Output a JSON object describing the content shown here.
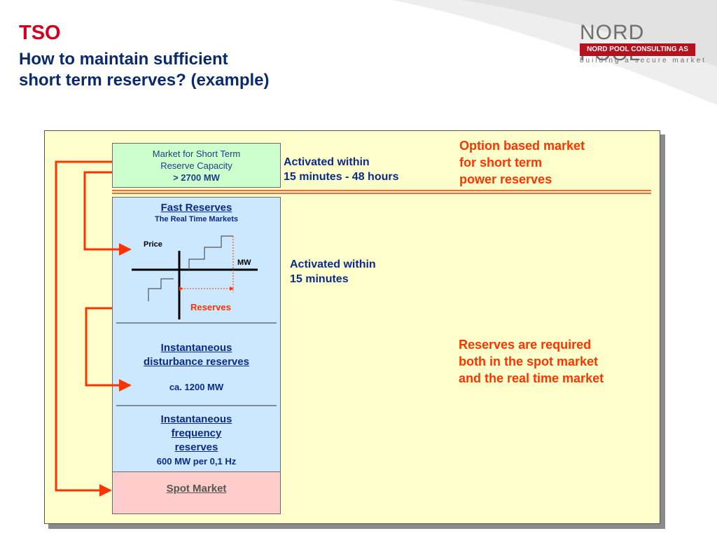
{
  "header": {
    "title": "TSO",
    "subtitle_line1": "How to maintain sufficient",
    "subtitle_line2": "short term reserves? (example)"
  },
  "logo": {
    "name": "NORD POOL",
    "bar": "NORD POOL CONSULTING AS",
    "tagline": "building a secure market"
  },
  "market_box": {
    "line1": "Market for Short Term",
    "line2": "Reserve Capacity",
    "line3": "> 2700 MW"
  },
  "fast_reserves": {
    "title": "Fast Reserves",
    "subtitle": "The Real Time Markets",
    "price_label": "Price",
    "mw_label": "MW",
    "reserves_label": "Reserves"
  },
  "instant_disturbance": {
    "line1": "Instantaneous",
    "line2": "disturbance reserves",
    "value": "ca. 1200 MW"
  },
  "instant_frequency": {
    "line1": "Instantaneous",
    "line2": "frequency",
    "line3": "reserves",
    "value": "600 MW per 0,1 Hz"
  },
  "spot": {
    "label": "Spot Market"
  },
  "activation": {
    "a1_line1": "Activated within",
    "a1_line2": "15 minutes - 48 hours",
    "a2_line1": "Activated within",
    "a2_line2": "15 minutes"
  },
  "notes": {
    "option_line1": "Option based market",
    "option_line2": "for short term",
    "option_line3": "power reserves",
    "required_line1": "Reserves are required",
    "required_line2": "both in the spot market",
    "required_line3": "and the real time market"
  },
  "colors": {
    "title_red": "#d1001f",
    "navy": "#0a2a6e",
    "arrow_red": "#ff3300",
    "panel_yellow": "#ffffcc",
    "market_green": "#ccffcc",
    "reserve_blue": "#cce8ff",
    "spot_pink": "#ffcccc"
  }
}
